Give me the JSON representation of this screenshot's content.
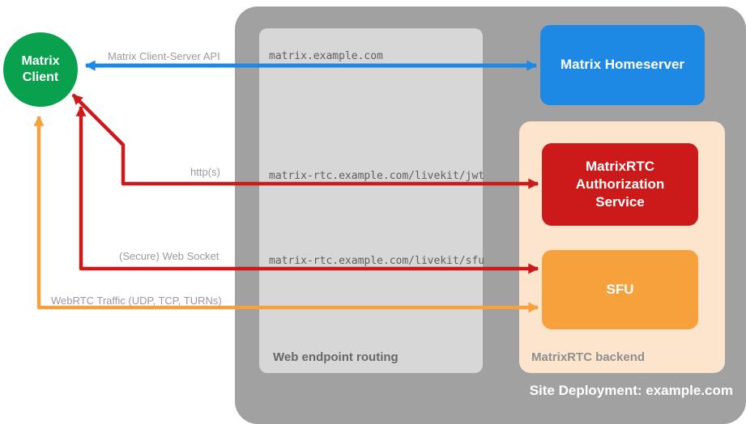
{
  "colors": {
    "client_green": "#0aa14e",
    "homeserver_blue": "#1e88e5",
    "auth_red": "#cc1a1a",
    "sfu_orange": "#f7a13c",
    "backend_peach": "#fce5cc",
    "outer_gray": "#a1a1a1",
    "routing_gray": "#d7d7d7"
  },
  "client": {
    "label": "Matrix\nClient"
  },
  "homeserver": {
    "label": "Matrix Homeserver"
  },
  "backend": {
    "label": "MatrixRTC backend",
    "auth_service": {
      "label": "MatrixRTC Authorization Service"
    },
    "sfu": {
      "label": "SFU"
    }
  },
  "routing": {
    "label": "Web endpoint routing",
    "endpoints": [
      "matrix.example.com",
      "matrix-rtc.example.com/livekit/jwt",
      "matrix-rtc.example.com/livekit/sfu"
    ]
  },
  "arrows": {
    "client_server_api": {
      "label": "Matrix Client-Server API"
    },
    "http": {
      "label": "http(s)"
    },
    "websocket": {
      "label": "(Secure) Web Socket"
    },
    "webrtc": {
      "label": "WebRTC Traffic (UDP, TCP, TURNs)"
    }
  },
  "footer": {
    "site_label": "Site Deployment: example.com"
  }
}
